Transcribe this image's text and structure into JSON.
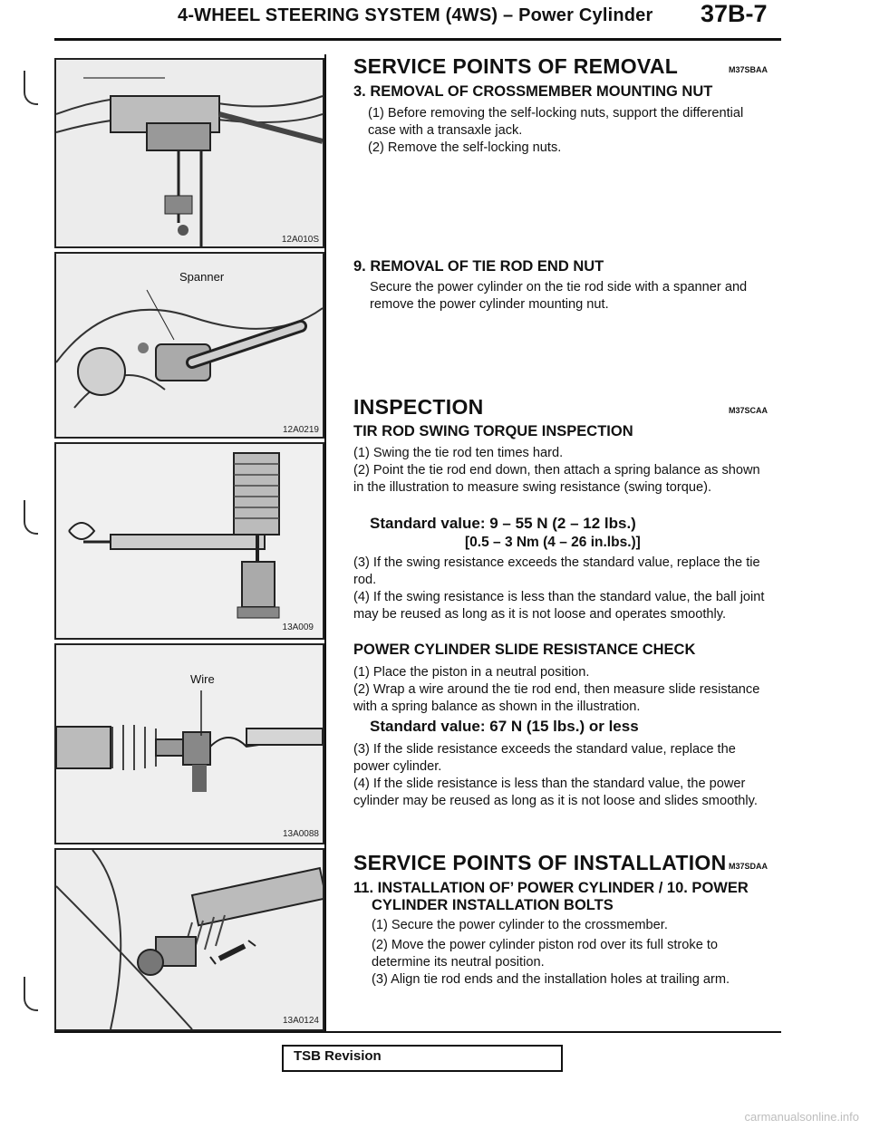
{
  "header": {
    "title": "4-WHEEL STEERING SYSTEM (4WS) – Power Cylinder",
    "page_number": "37B-7"
  },
  "figures": [
    {
      "code": "12A010S",
      "label": ""
    },
    {
      "code": "12A0219",
      "label": "Spanner"
    },
    {
      "code": "13A009",
      "label": ""
    },
    {
      "code": "13A0088",
      "label": "Wire"
    },
    {
      "code": "13A0124",
      "label": ""
    }
  ],
  "removal": {
    "title": "SERVICE POINTS OF REMOVAL",
    "code": "M37SBAA",
    "item3": {
      "heading": "3. REMOVAL OF CROSSMEMBER MOUNTING NUT",
      "step1": "(1) Before removing the self-locking nuts, support the differential case with a transaxle jack.",
      "step2": "(2) Remove the self-locking nuts."
    },
    "item9": {
      "heading": "9. REMOVAL OF TIE ROD END NUT",
      "body": "Secure the power cylinder on the tie rod side with a spanner and remove the power cylinder mounting nut."
    }
  },
  "inspection": {
    "title": "INSPECTION",
    "code": "M37SCAA",
    "swing": {
      "heading": "TIR ROD SWING TORQUE INSPECTION",
      "step1": "(1) Swing the tie rod ten times hard.",
      "step2": "(2) Point the tie rod end down, then attach a spring balance as shown in the illustration to measure swing resistance (swing torque).",
      "std_line1": "Standard value: 9 – 55 N (2 – 12 lbs.)",
      "std_line2": "[0.5 – 3 Nm (4 – 26 in.lbs.)]",
      "step3": "(3) If the swing resistance exceeds the standard value, replace the tie rod.",
      "step4": "(4) If the swing resistance is less than the standard value, the ball joint may be reused as long as it is not loose and operates smoothly."
    },
    "slide": {
      "heading": "POWER CYLINDER SLIDE RESISTANCE CHECK",
      "step1": "(1) Place the piston in a neutral position.",
      "step2": "(2) Wrap a wire around the tie rod end, then measure slide resistance with a spring balance as shown in the illustration.",
      "std_line": "Standard value: 67 N (15 lbs.) or less",
      "step3": "(3) If the slide resistance exceeds the standard value, replace the power cylinder.",
      "step4": "(4) If the slide resistance is less than the standard value, the power cylinder may be reused as long as it is not loose and slides smoothly."
    }
  },
  "installation": {
    "title": "SERVICE POINTS OF INSTALLATION",
    "code": "M37SDAA",
    "heading_line1": "11. INSTALLATION OF’ POWER CYLINDER / 10. POWER",
    "heading_line2": "CYLINDER INSTALLATION BOLTS",
    "step1": "(1) Secure the power cylinder to the crossmember.",
    "step2": "(2) Move the power cylinder piston rod over its full stroke to determine its neutral position.",
    "step3": "(3) Align tie rod ends and the installation holes at trailing arm."
  },
  "footer": {
    "tsb_label": "TSB Revision",
    "watermark": "carmanualsonline.info"
  }
}
